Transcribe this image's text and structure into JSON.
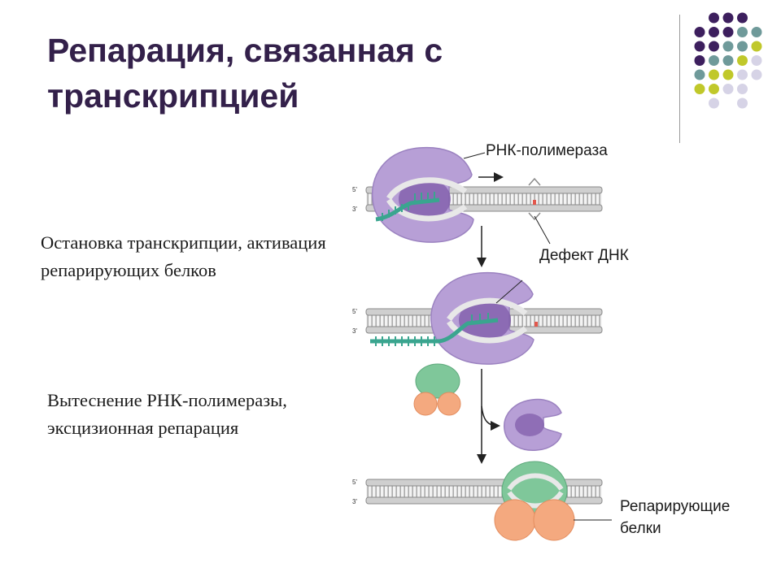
{
  "slide": {
    "title": "Репарация, связанная с транскрипцией",
    "caption_1": "Остановка транскрипции, активация репарирующих белков",
    "caption_2": "Вытеснение РНК-полимеразы, эксцизионная репарация"
  },
  "diagram": {
    "label_rnap": "РНК-полимераза",
    "label_defect": "Дефект ДНК",
    "label_repair": "Репарирующие белки",
    "strand_5": "5'",
    "strand_3": "3'"
  },
  "colors": {
    "title": "#33204a",
    "polymerase": "#b79fd6",
    "polymerase_inner": "#7d5aa8",
    "rna": "#3aa58f",
    "repair_green": "#7fc79a",
    "repair_orange": "#f4a97f",
    "dot_purple": "#3d1f5e",
    "dot_teal": "#6f9a9a",
    "dot_olive": "#c0c82a",
    "dot_lavender": "#d6d3e6"
  }
}
